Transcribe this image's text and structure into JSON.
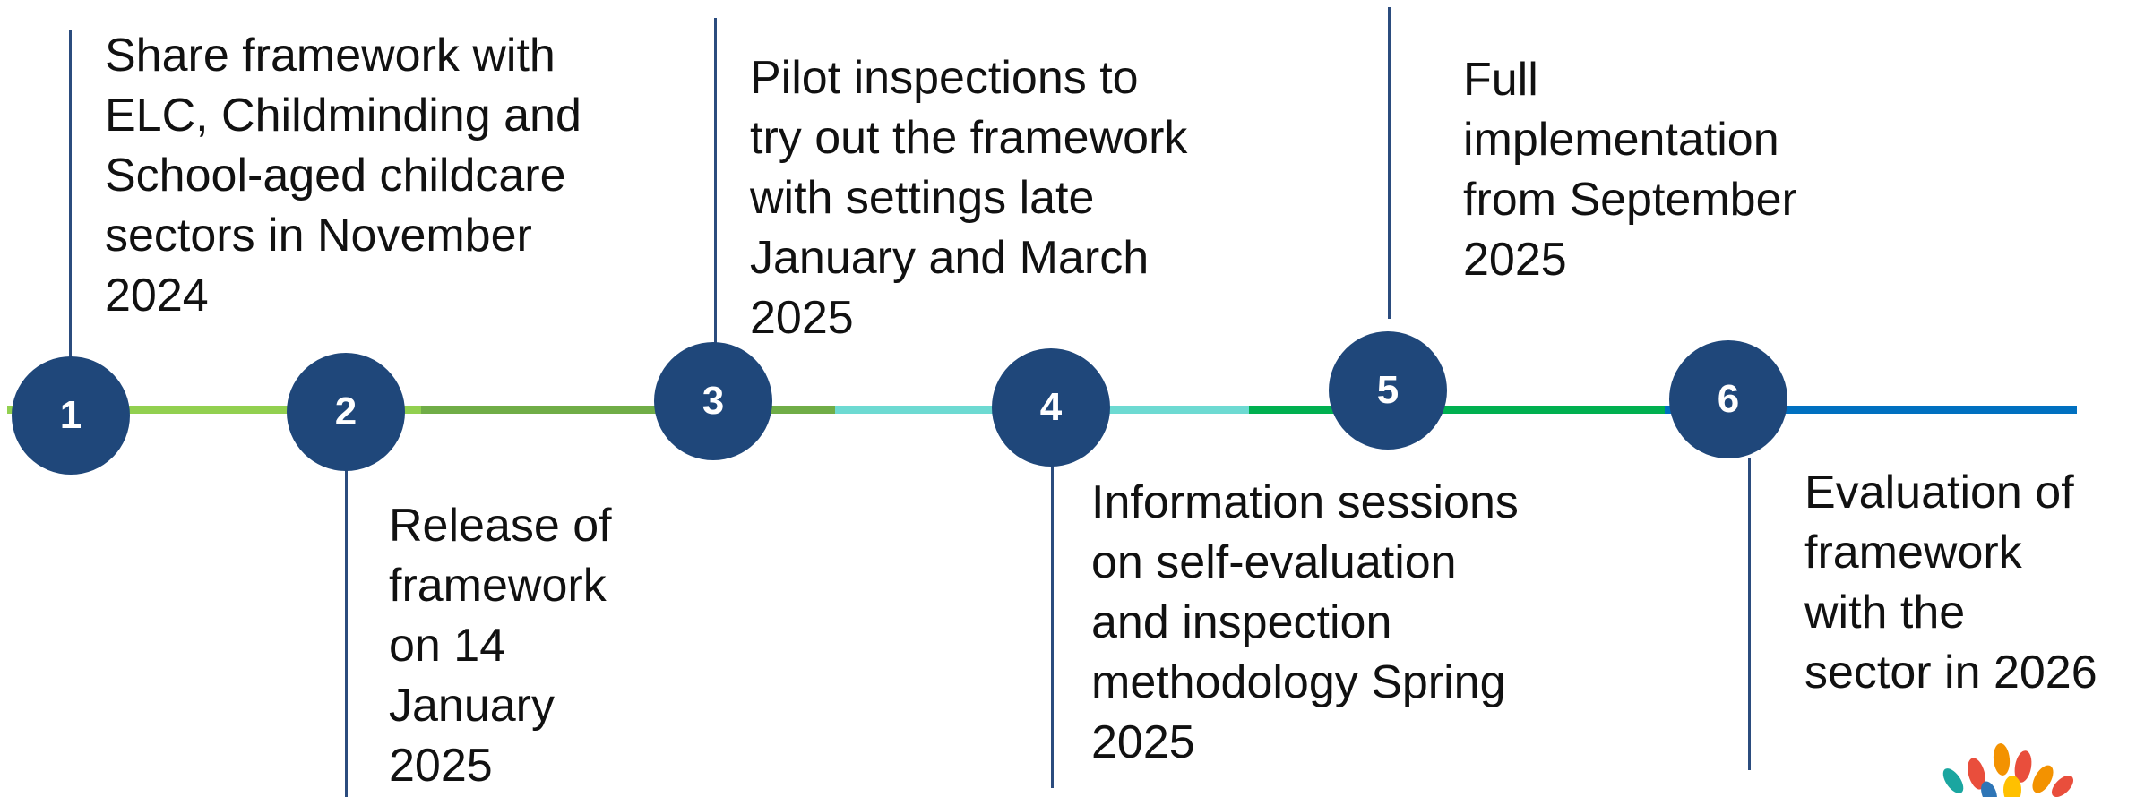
{
  "timeline": {
    "segment_colors": [
      "#92d050",
      "#70ad47",
      "#6ddad2",
      "#00b050",
      "#0070c0"
    ],
    "node_color": "#1f477a",
    "connector_color": "#2b4c7e",
    "milestones": [
      {
        "number": "1",
        "lines": [
          "Share framework with",
          "ELC, Childminding and",
          "School-aged childcare",
          "sectors in November",
          "2024"
        ]
      },
      {
        "number": "2",
        "lines": [
          "Release of",
          "framework",
          "on 14",
          "January",
          "2025"
        ]
      },
      {
        "number": "3",
        "lines": [
          "Pilot inspections to",
          "try out the framework",
          "with settings late",
          "January and March",
          "2025"
        ]
      },
      {
        "number": "4",
        "lines": [
          "Information sessions",
          "on self-evaluation",
          "and inspection",
          "methodology Spring",
          "2025"
        ]
      },
      {
        "number": "5",
        "lines": [
          "Full",
          "implementation",
          "from September",
          "2025"
        ]
      },
      {
        "number": "6",
        "lines": [
          "Evaluation of",
          "framework",
          "with the",
          "sector in 2026"
        ]
      }
    ]
  },
  "logo": {
    "icon": "leaf-cluster-logo-icon",
    "colors": [
      "#e94e3c",
      "#f39200",
      "#ffc000",
      "#1aa6a0",
      "#2e75b6"
    ]
  }
}
